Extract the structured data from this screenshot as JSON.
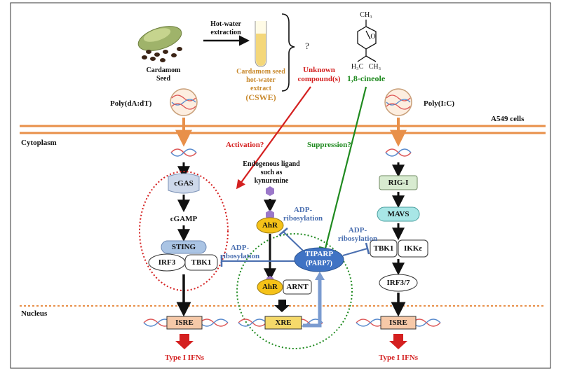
{
  "top": {
    "seed_label": [
      "Cardamom",
      "Seed"
    ],
    "extraction_label": [
      "Hot-water",
      "extraction"
    ],
    "extract_label": [
      "Cardamom seed",
      "hot-water",
      "extract"
    ],
    "cswe_label": "(CSWE)",
    "question": "?",
    "unknown_label": [
      "Unknown",
      "compound(s)"
    ],
    "cineole_label": "1,8-cineole",
    "molecule_ch3_top": "CH₃",
    "molecule_ch3_bottom": "H₃C   CH₃",
    "molecule_o": "O"
  },
  "membrane": {
    "cell_label": "A549 cells",
    "cytoplasm_label": "Cytoplasm",
    "nucleus_label": "Nucleus"
  },
  "left": {
    "ligand_label": "Poly(dA:dT)",
    "cgas": "cGAS",
    "cgamp": "cGAMP",
    "sting": "STING",
    "irf3": "IRF3",
    "tbk1": "TBK1",
    "isre": "ISRE",
    "output": "Type I IFNs"
  },
  "middle": {
    "activation_label": "Activation?",
    "suppression_label": "Suppression?",
    "ligand_label": [
      "Endogenous ligand",
      "such as",
      "kynurenine"
    ],
    "ahr": "AhR",
    "ahr2": "AhR",
    "arnt": "ARNT",
    "xre": "XRE",
    "tiparp": "TIPARP",
    "parp7": "(PARP7)",
    "adp_center": [
      "ADP-",
      "ribosylation"
    ],
    "adp_right": [
      "ADP-",
      "ribosylation"
    ],
    "adp_left": [
      "ADP-",
      "ribosylation"
    ]
  },
  "right": {
    "ligand_label": "Poly(I:C)",
    "rigi": "RIG-I",
    "mavs": "MAVS",
    "tbk1": "TBK1",
    "ikke": "IKKε",
    "irf37": "IRF3/7",
    "isre": "ISRE",
    "output": "Type I IFNs"
  },
  "colors": {
    "membrane": "#e8904a",
    "red": "#d42020",
    "green": "#1f8a1f",
    "blue": "#4a6fb0",
    "orange_text": "#c98a2e",
    "ahr_fill": "#f5c218",
    "xre_fill": "#f5d96a",
    "isre_fill": "#f6c9a8",
    "cgas_fill": "#cdd8ea",
    "sting_fill": "#aac4e4",
    "rigi_fill": "#d8ebd0",
    "mavs_fill": "#a8e6e6",
    "tiparp_fill": "#3f73c4"
  }
}
